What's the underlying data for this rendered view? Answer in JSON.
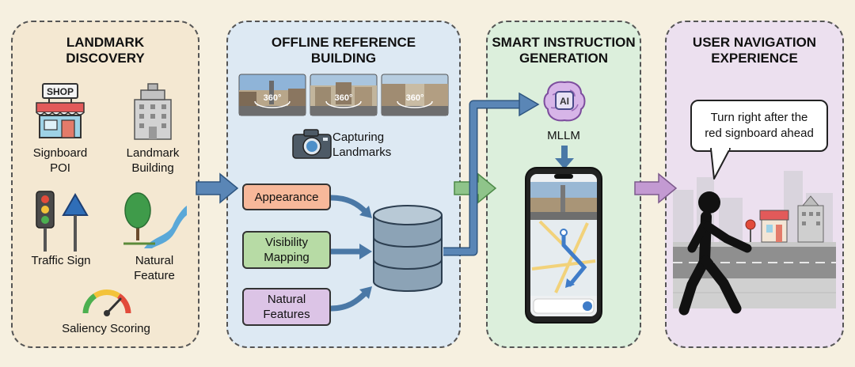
{
  "panels": {
    "landmark_discovery": {
      "title_line1": "LANDMARK",
      "title_line2": "DISCOVERY",
      "signboard_line1": "Signboard",
      "signboard_line2": "POI",
      "shop_sign": "SHOP",
      "building_line1": "Landmark",
      "building_line2": "Building",
      "traffic_sign": "Traffic Sign",
      "natural_line1": "Natural",
      "natural_line2": "Feature",
      "saliency": "Saliency Scoring"
    },
    "offline_reference": {
      "title_line1": "OFFLINE REFERENCE",
      "title_line2": "BUILDING",
      "pano_label": "360°",
      "capture_line1": "Capturing",
      "capture_line2": "Landmarks",
      "appearance": "Appearance",
      "visibility_line1": "Visibility",
      "visibility_line2": "Mapping",
      "natural_line1": "Natural",
      "natural_line2": "Features"
    },
    "smart_instruction": {
      "title_line1": "SMART INSTRUCTION",
      "title_line2": "GENERATION",
      "ai_chip": "AI",
      "mllm": "MLLM"
    },
    "user_navigation": {
      "title_line1": "USER NAVIGATION",
      "title_line2": "EXPERIENCE",
      "bubble_line1": "Turn right after the",
      "bubble_line2": "red signboard ahead"
    }
  },
  "colors": {
    "panel1_bg": "#f4e8d2",
    "panel2_bg": "#dde9f3",
    "panel3_bg": "#dcefdc",
    "panel4_bg": "#ece0ef",
    "appearance_box": "#f7b89a",
    "visibility_box": "#b7dba5",
    "features_box": "#dcc4e6",
    "flow_arrow": "#4a78a6"
  }
}
